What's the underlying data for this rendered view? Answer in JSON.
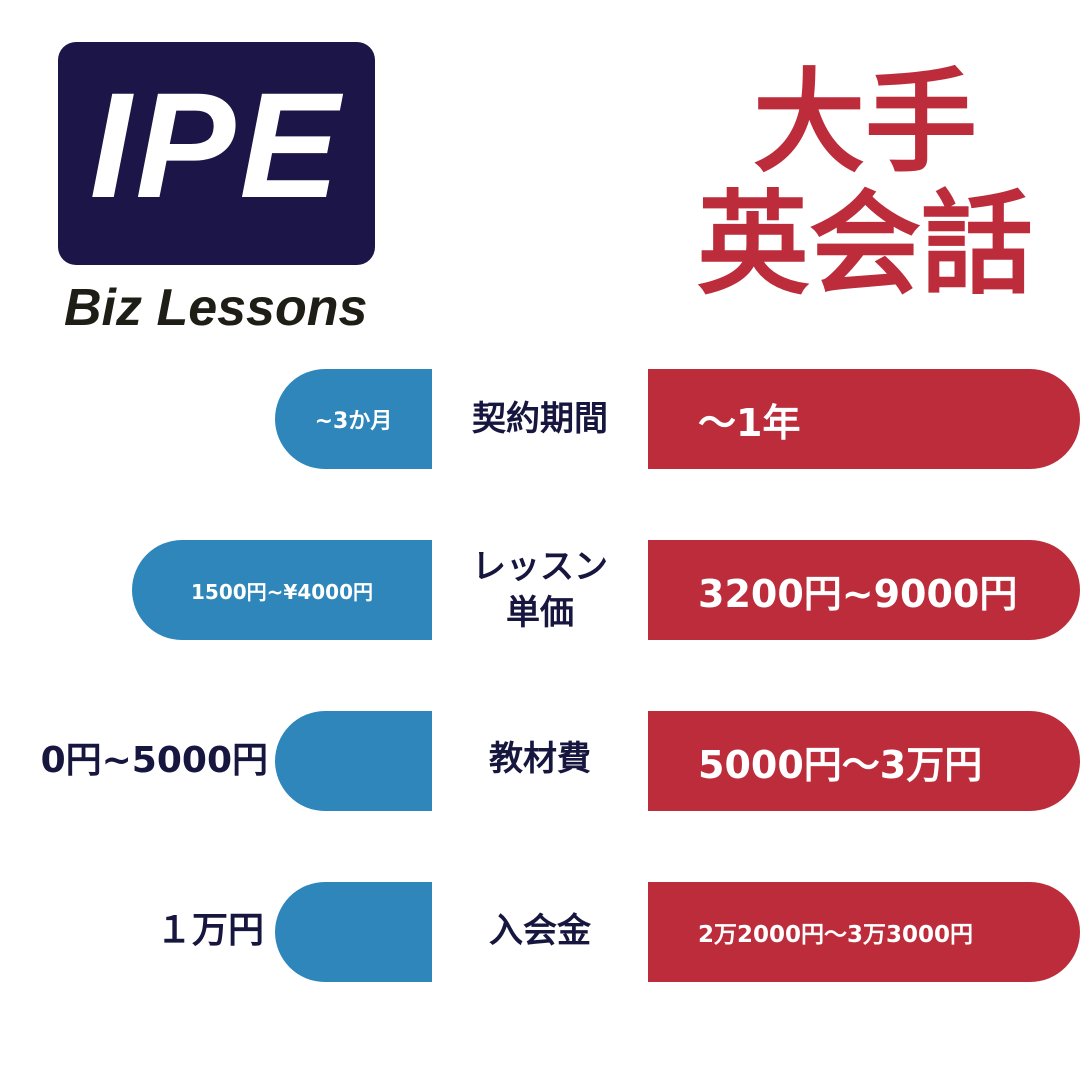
{
  "logo": {
    "mark": "IPE",
    "subtitle": "Biz Lessons"
  },
  "heading": {
    "line1": "大手",
    "line2": "英会話"
  },
  "rows": [
    {
      "label": "契約期間",
      "ipe_value": "~3か月",
      "other_value": "～1年"
    },
    {
      "label_line1": "レッスン",
      "label_line2": "単価",
      "ipe_value": "1500円~¥4000円",
      "other_value": "3200円~9000円"
    },
    {
      "label": "教材費",
      "ipe_value": "0円~5000円",
      "other_value": "5000円～3万円"
    },
    {
      "label": "入会金",
      "ipe_value": "１万円",
      "other_value": "2万2000円～3万3000円"
    }
  ],
  "colors": {
    "navy": "#1c1648",
    "blue": "#2e86bb",
    "red": "#bc2c3a"
  }
}
